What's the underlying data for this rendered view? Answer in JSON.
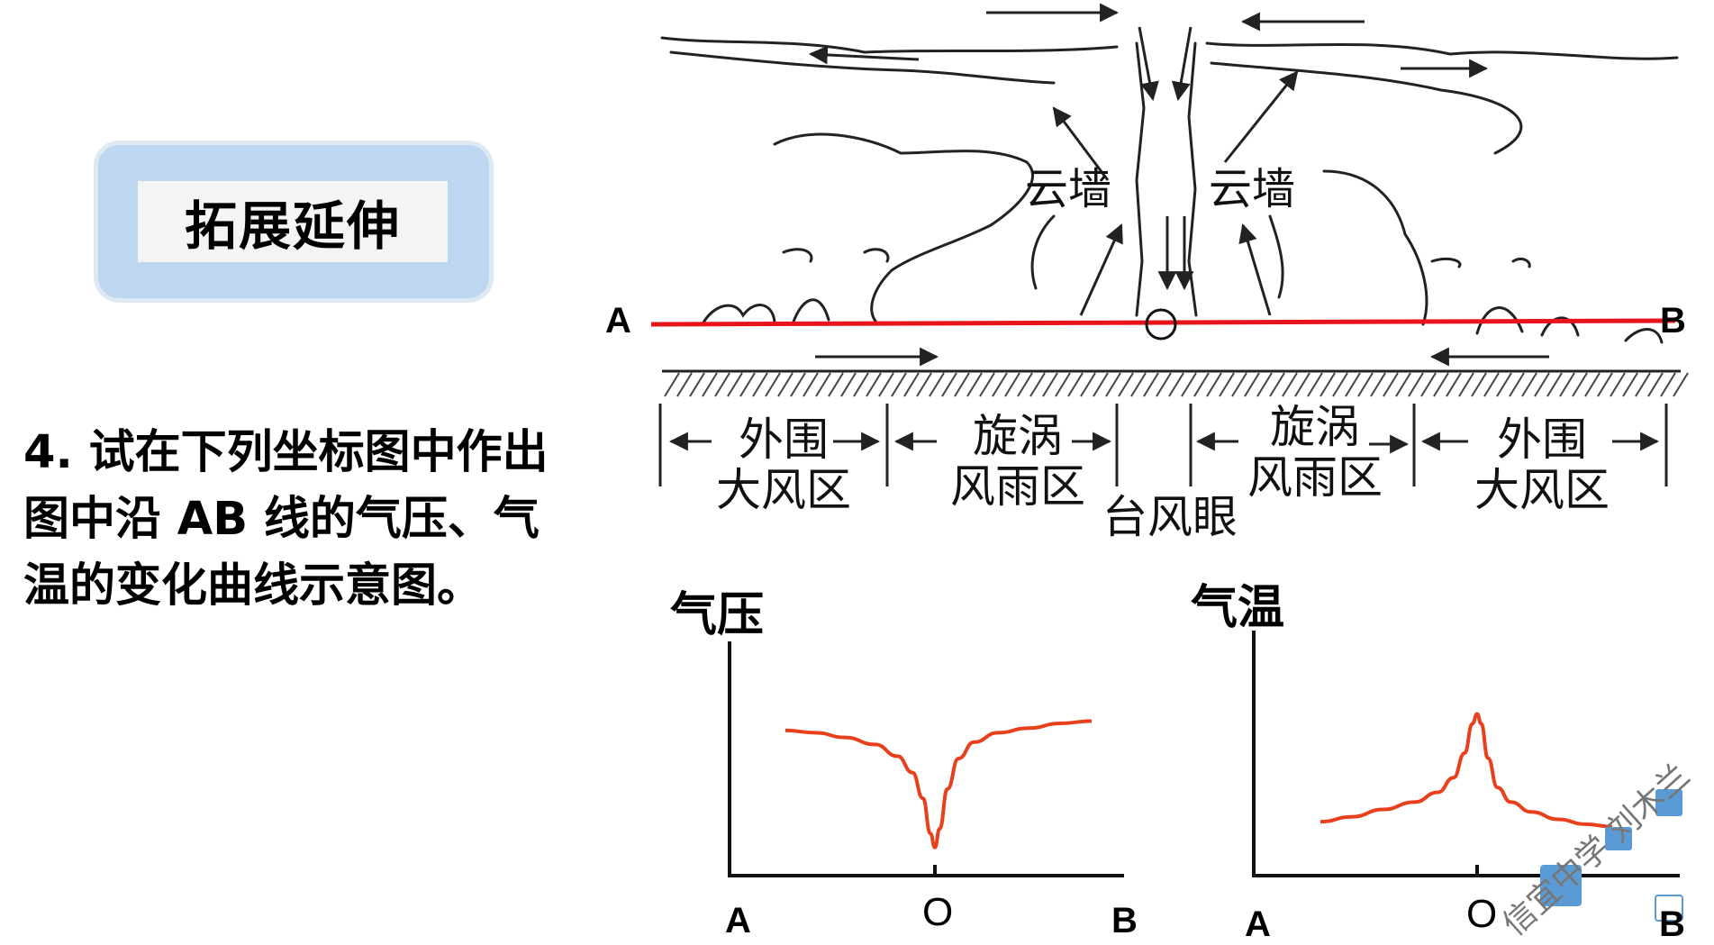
{
  "header": {
    "title": "拓展延伸"
  },
  "question": {
    "line1": "4. 试在下列坐标图中作出",
    "line2": "图中沿 AB 线的气压、气",
    "line3": "温的变化曲线示意图。"
  },
  "diagram": {
    "point_a": "A",
    "point_b": "B",
    "point_o": "O",
    "cloud_wall_left": "云墙",
    "cloud_wall_right": "云墙",
    "zones": {
      "outer_left_1": "外围",
      "outer_left_2": "大风区",
      "vortex_left_1": "旋涡",
      "vortex_left_2": "风雨区",
      "eye": "台风眼",
      "vortex_right_1": "旋涡",
      "vortex_right_2": "风雨区",
      "outer_right_1": "外围",
      "outer_right_2": "大风区"
    },
    "section_line_color": "#e8141b"
  },
  "chart_data": [
    {
      "type": "line",
      "title": "气压",
      "categories": [
        "A",
        "O",
        "B"
      ],
      "x": [
        -1.0,
        -0.8,
        -0.6,
        -0.4,
        -0.25,
        -0.15,
        -0.08,
        -0.03,
        0.0,
        0.03,
        0.08,
        0.15,
        0.25,
        0.4,
        0.6,
        0.8,
        1.0
      ],
      "series": [
        {
          "values": [
            0.62,
            0.61,
            0.59,
            0.56,
            0.51,
            0.44,
            0.33,
            0.18,
            0.12,
            0.2,
            0.37,
            0.5,
            0.57,
            0.61,
            0.63,
            0.65,
            0.66
          ]
        }
      ],
      "line_color": "#e8401c",
      "ylim": [
        0,
        1
      ]
    },
    {
      "type": "line",
      "title": "气温",
      "categories": [
        "A",
        "O",
        "B"
      ],
      "x": [
        -1.0,
        -0.8,
        -0.6,
        -0.4,
        -0.25,
        -0.15,
        -0.08,
        -0.03,
        0.0,
        0.03,
        0.08,
        0.15,
        0.25,
        0.4,
        0.6,
        0.8,
        1.0
      ],
      "series": [
        {
          "values": [
            0.22,
            0.24,
            0.27,
            0.3,
            0.34,
            0.4,
            0.5,
            0.62,
            0.66,
            0.62,
            0.48,
            0.36,
            0.3,
            0.26,
            0.23,
            0.21,
            0.2
          ]
        }
      ],
      "line_color": "#e8401c",
      "ylim": [
        0,
        1
      ]
    }
  ],
  "watermark": {
    "text": "信宜中学 刘木兰"
  }
}
